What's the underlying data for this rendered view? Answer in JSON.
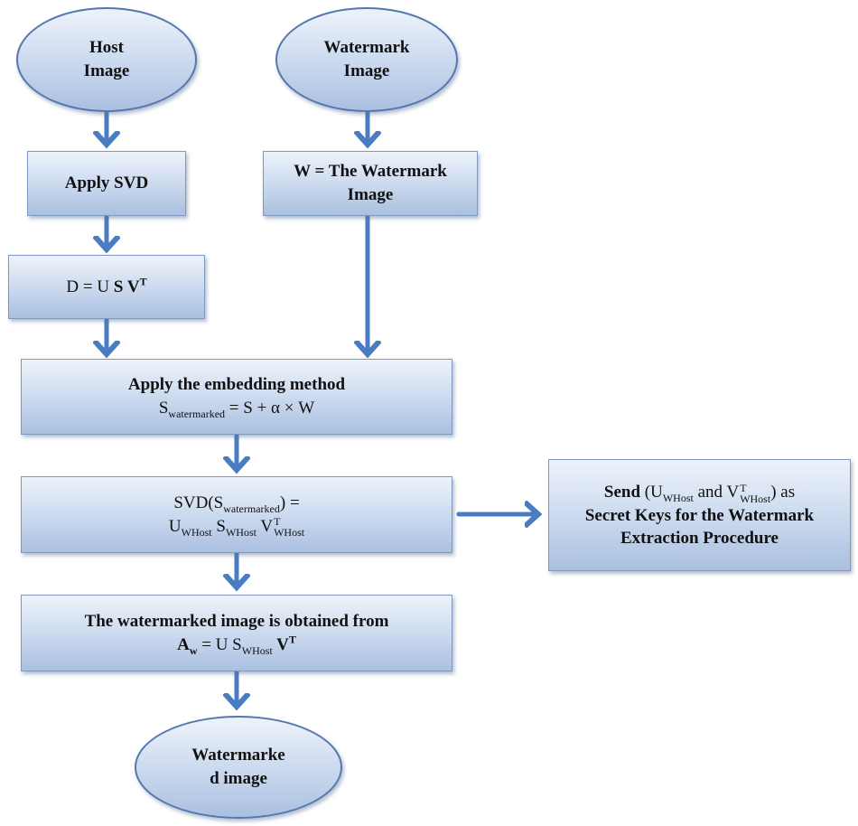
{
  "host_image": {
    "line1": "Host",
    "line2": "Image"
  },
  "watermark_image": {
    "line1": "Watermark",
    "line2": "Image"
  },
  "apply_svd": {
    "label": "Apply SVD"
  },
  "w_box": {
    "line1": "W = The Watermark",
    "line2": "Image"
  },
  "d_box": {
    "lhs": "D = U ",
    "s": "S",
    "v": " V",
    "sup": "T"
  },
  "embed_box": {
    "title": "Apply the embedding method",
    "s": "S",
    "sub": "watermarked",
    "rhs": " = S + α × W"
  },
  "svd_box": {
    "prefix": "SVD(S",
    "sub": "watermarked",
    "suffix": ") =",
    "u": "U",
    "u_sub": "WHost",
    "s": " S",
    "s_sub": "WHost",
    "v": " V",
    "v_sup": "T",
    "v_sub": "WHost"
  },
  "send_box": {
    "send": "Send ",
    "u_open": "(U",
    "u_sub": "WHost",
    "and": " and ",
    "v": "V",
    "v_sup": "T",
    "v_sub": "WHost",
    "close": ") as",
    "line2": "Secret Keys for the Watermark",
    "line3": "Extraction Procedure"
  },
  "result_box": {
    "title": "The watermarked image is obtained from",
    "a": "A",
    "a_sub": "w",
    "mid": " = U S",
    "s_sub": "WHost",
    "v": " V",
    "v_sup": "T"
  },
  "watermarked_image": {
    "line1": "Watermarke",
    "line2": "d image"
  },
  "colors": {
    "arrow": "#4a7cc2",
    "border": "#7e98bf",
    "fill_top": "#eef3fa",
    "fill_bottom": "#aac0e0"
  }
}
